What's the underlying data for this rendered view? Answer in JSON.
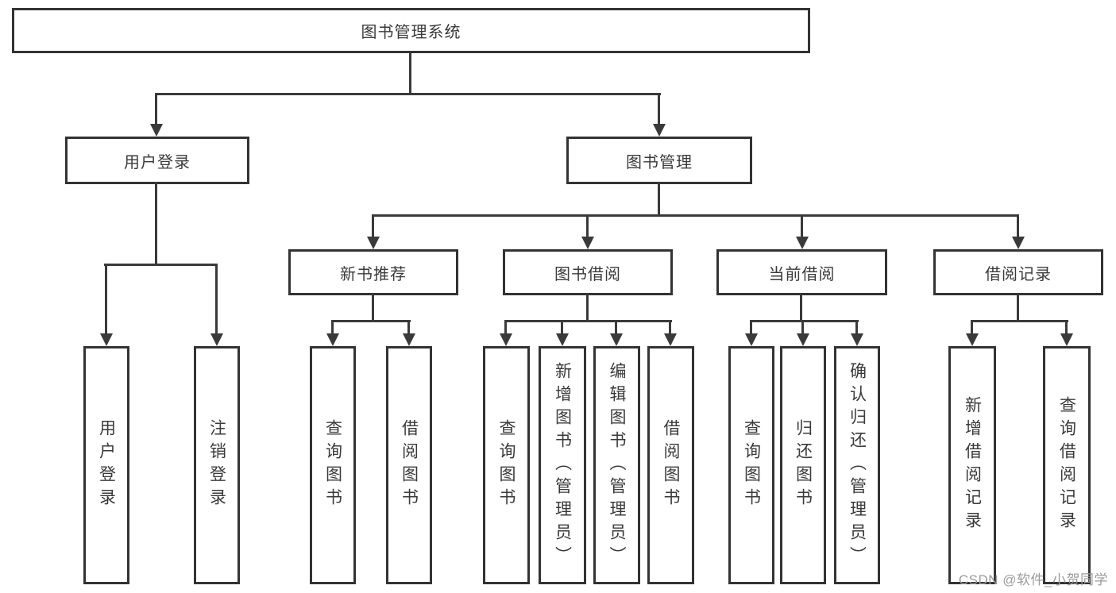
{
  "tree": {
    "root": "图书管理系统",
    "level2": {
      "login": "用户登录",
      "manage": "图书管理"
    },
    "level3": {
      "recommend": "新书推荐",
      "borrow": "图书借阅",
      "current": "当前借阅",
      "records": "借阅记录"
    },
    "leaves": {
      "login": [
        "用户登录",
        "注销登录"
      ],
      "recommend": [
        "查询图书",
        "借阅图书"
      ],
      "borrow": [
        "查询图书",
        "新增图书（管理员）",
        "编辑图书（管理员）",
        "借阅图书"
      ],
      "current": [
        "查询图书",
        "归还图书",
        "确认归还（管理员）"
      ],
      "records": [
        "新增借阅记录",
        "查询借阅记录"
      ]
    }
  },
  "watermark": {
    "text": "CSDN @软件_小贺同学"
  },
  "colors": {
    "line": "#3a3a3a",
    "box_border": "#333333",
    "text": "#3a3a3a",
    "background": "#ffffff",
    "watermark": "#9b9b9b"
  }
}
